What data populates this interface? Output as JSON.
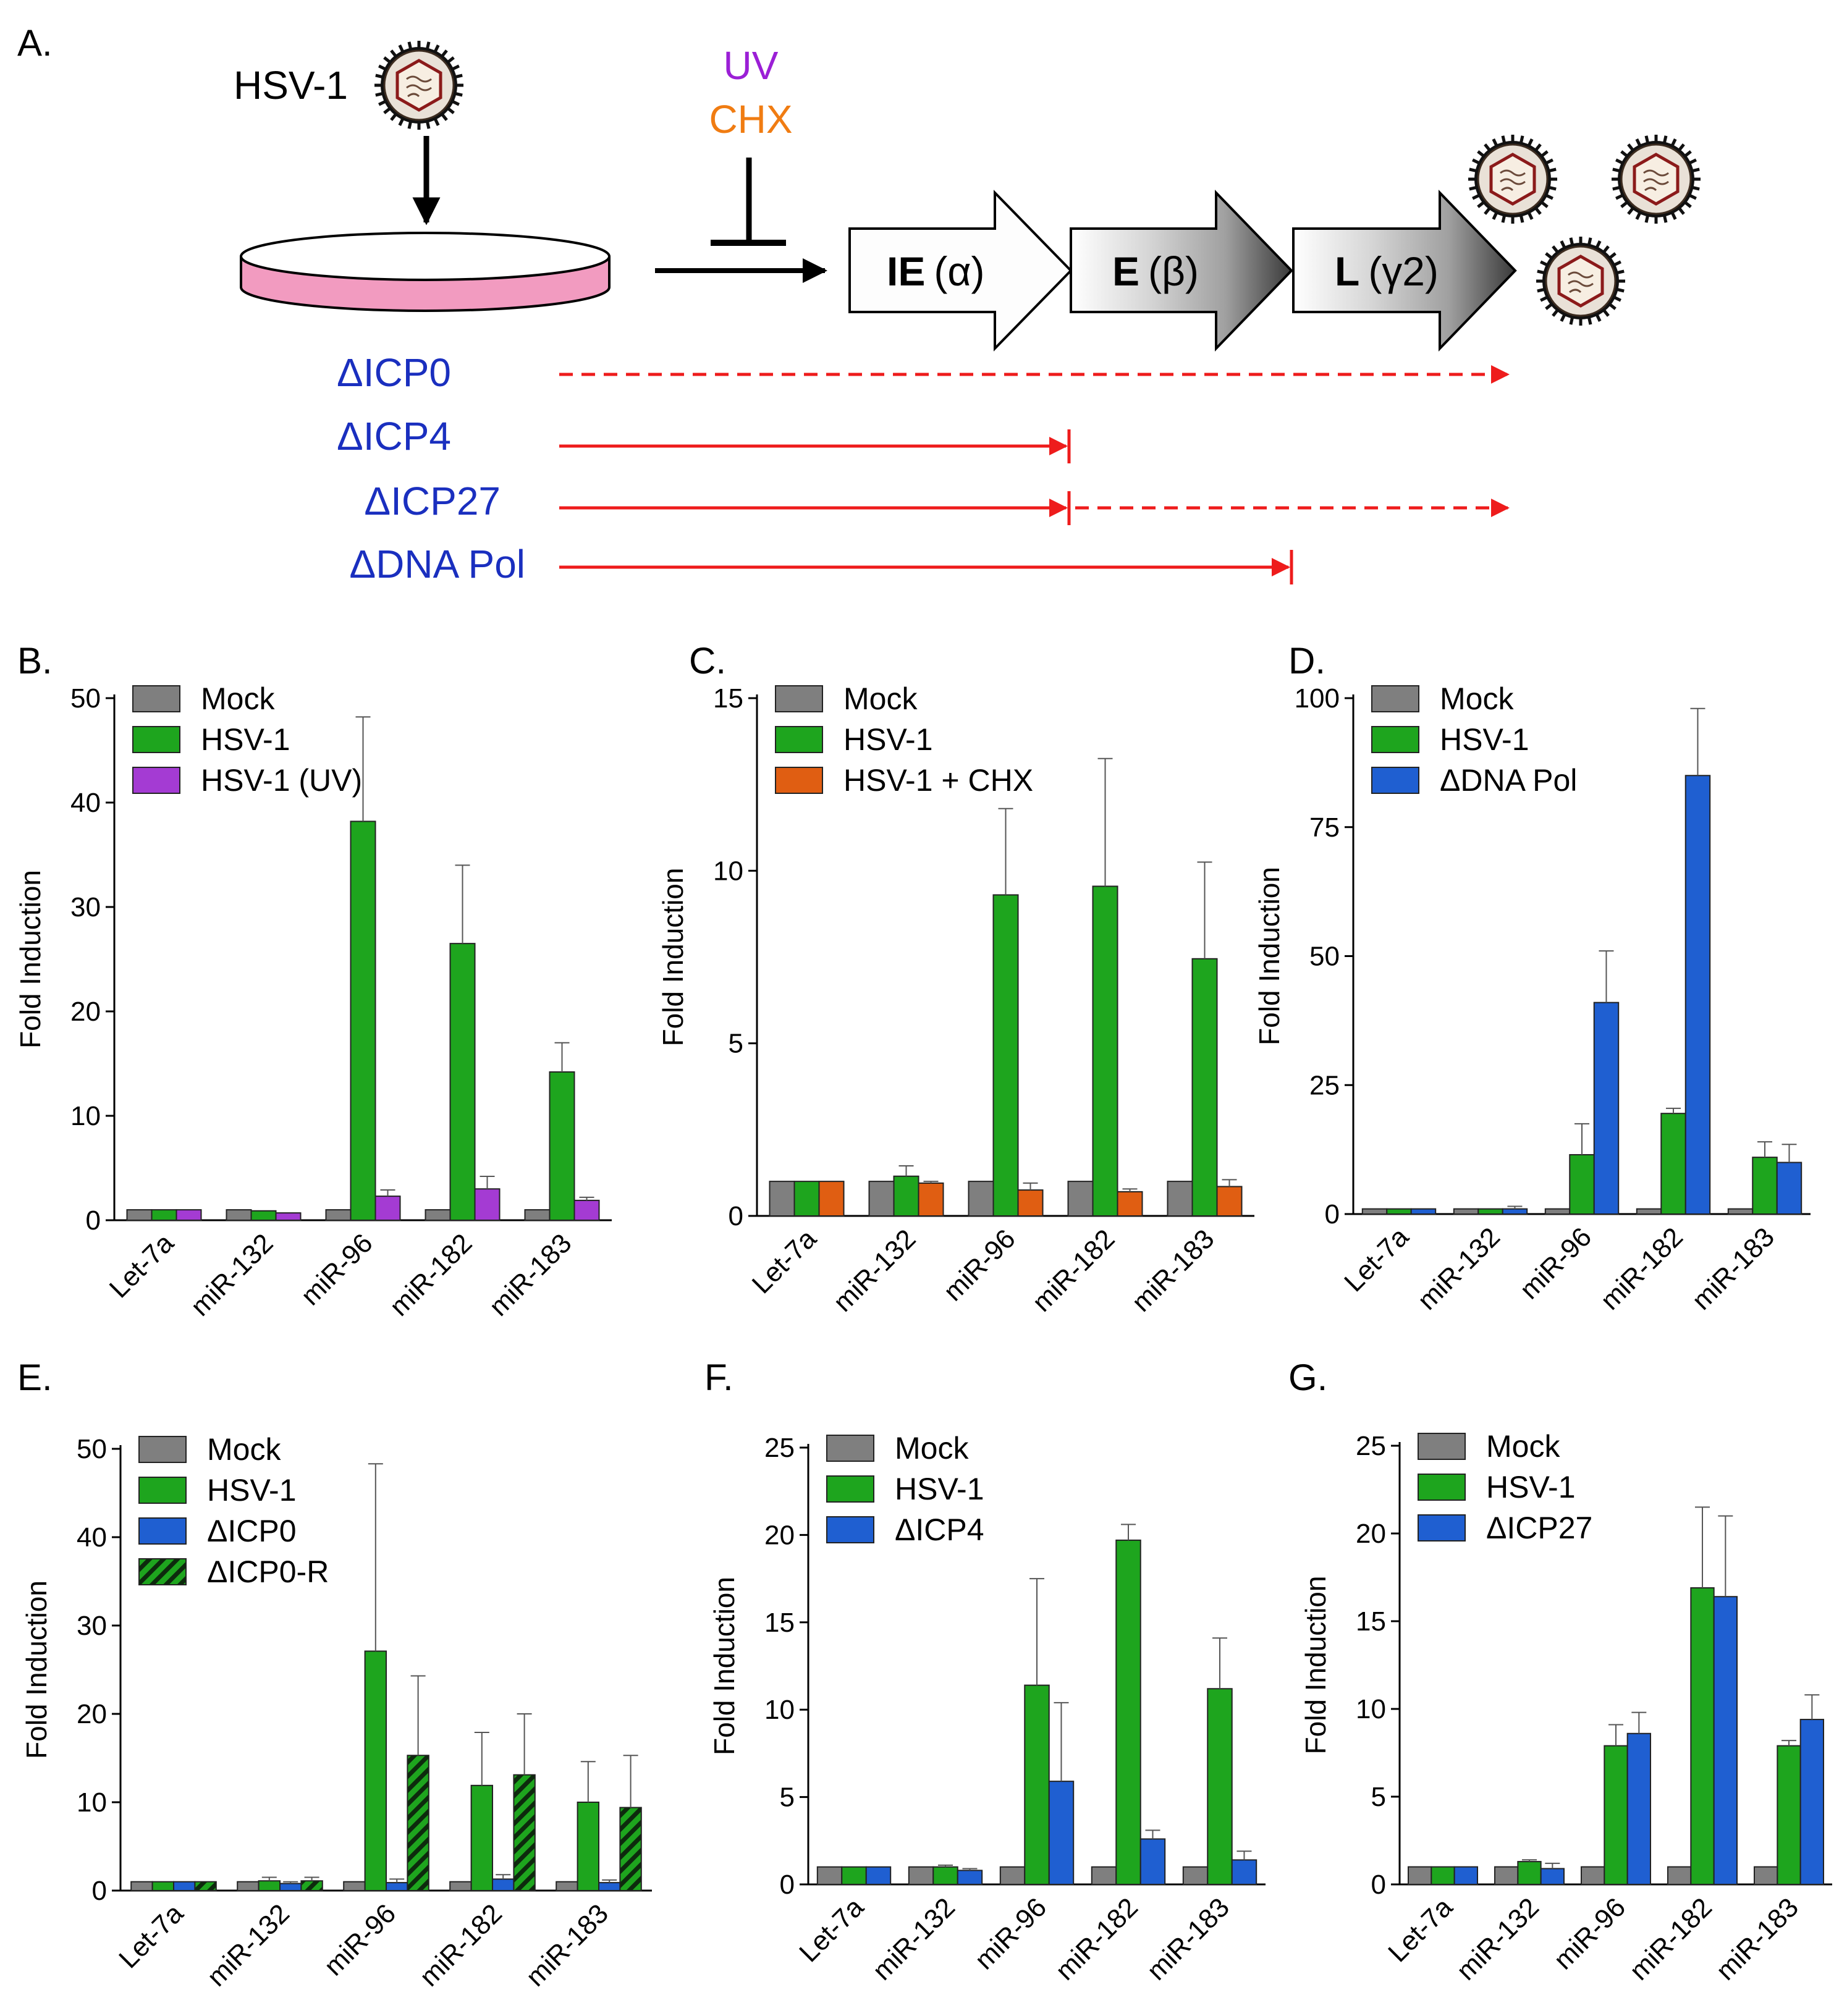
{
  "panel_a": {
    "letter": "A.",
    "virus_label": "HSV-1",
    "inhibitor_uv": "UV",
    "inhibitor_chx": "CHX",
    "genes": [
      {
        "bold": "IE",
        "greek": "(α)"
      },
      {
        "bold": "E",
        "greek": "(β)"
      },
      {
        "bold": "L",
        "greek": "(γ2)"
      }
    ],
    "mutants": [
      {
        "label": "ΔICP0",
        "block": "none",
        "dashed": true
      },
      {
        "label": "ΔICP4",
        "block": "E",
        "dashed": false
      },
      {
        "label": "ΔICP27",
        "block": "E",
        "dashed": true
      },
      {
        "label": "ΔDNA Pol",
        "block": "L",
        "dashed": false
      }
    ],
    "colors": {
      "uv": "#9b1fd6",
      "chx": "#f07c12",
      "mutant_text": "#1a2fbf",
      "mutant_arrow": "#ee1c1c",
      "dish": "#f29bc0"
    }
  },
  "chart_data": [
    {
      "panel": "B.",
      "type": "bar",
      "ylabel": "Fold Induction",
      "ylim": [
        0,
        50
      ],
      "yticks": [
        0,
        10,
        20,
        30,
        40,
        50
      ],
      "categories": [
        "Let-7a",
        "miR-132",
        "miR-96",
        "miR-182",
        "miR-183"
      ],
      "series": [
        {
          "name": "Mock",
          "color": "#7f7f7f",
          "values": [
            1,
            1,
            1,
            1,
            1
          ],
          "errors": [
            0,
            0,
            0,
            0,
            0
          ]
        },
        {
          "name": "HSV-1",
          "color": "#1ea51e",
          "values": [
            1,
            0.9,
            38.2,
            26.5,
            14.2
          ],
          "errors": [
            0,
            0,
            10,
            7.5,
            2.8
          ]
        },
        {
          "name": "HSV-1 (UV)",
          "color": "#a43bd3",
          "values": [
            1,
            0.7,
            2.3,
            3,
            1.9
          ],
          "errors": [
            0,
            0,
            0.6,
            1.2,
            0.3
          ]
        }
      ]
    },
    {
      "panel": "C.",
      "type": "bar",
      "ylabel": "Fold Induction",
      "ylim": [
        0,
        15
      ],
      "yticks": [
        0,
        5,
        10,
        15
      ],
      "categories": [
        "Let-7a",
        "miR-132",
        "miR-96",
        "miR-182",
        "miR-183"
      ],
      "series": [
        {
          "name": "Mock",
          "color": "#7f7f7f",
          "values": [
            1,
            1,
            1,
            1,
            1
          ],
          "errors": [
            0,
            0,
            0,
            0,
            0
          ]
        },
        {
          "name": "HSV-1",
          "color": "#1ea51e",
          "values": [
            1,
            1.15,
            9.3,
            9.55,
            7.45
          ],
          "errors": [
            0,
            0.3,
            2.5,
            3.7,
            2.8
          ]
        },
        {
          "name": "HSV-1 + CHX",
          "color": "#e05e12",
          "values": [
            1,
            0.95,
            0.75,
            0.7,
            0.85
          ],
          "errors": [
            0,
            0.05,
            0.2,
            0.08,
            0.2
          ]
        }
      ]
    },
    {
      "panel": "D.",
      "type": "bar",
      "ylabel": "Fold Induction",
      "ylim": [
        0,
        100
      ],
      "yticks": [
        0,
        25,
        50,
        75,
        100
      ],
      "categories": [
        "Let-7a",
        "miR-132",
        "miR-96",
        "miR-182",
        "miR-183"
      ],
      "series": [
        {
          "name": "Mock",
          "color": "#7f7f7f",
          "values": [
            1,
            1,
            1,
            1,
            1
          ],
          "errors": [
            0,
            0,
            0,
            0,
            0
          ]
        },
        {
          "name": "HSV-1",
          "color": "#1ea51e",
          "values": [
            1,
            1,
            11.5,
            19.5,
            11
          ],
          "errors": [
            0,
            0,
            6,
            1,
            3
          ]
        },
        {
          "name": "ΔDNA Pol",
          "color": "#1f5fd1",
          "values": [
            1,
            1,
            41,
            85,
            10
          ],
          "errors": [
            0,
            0.5,
            10,
            13,
            3.5
          ]
        }
      ]
    },
    {
      "panel": "E.",
      "type": "bar",
      "ylabel": "Fold Induction",
      "ylim": [
        0,
        50
      ],
      "yticks": [
        0,
        10,
        20,
        30,
        40,
        50
      ],
      "categories": [
        "Let-7a",
        "miR-132",
        "miR-96",
        "miR-182",
        "miR-183"
      ],
      "series": [
        {
          "name": "Mock",
          "color": "#7f7f7f",
          "values": [
            1,
            1,
            1,
            1,
            1
          ],
          "errors": [
            0,
            0,
            0,
            0,
            0
          ]
        },
        {
          "name": "HSV-1",
          "color": "#1ea51e",
          "values": [
            1,
            1.1,
            27.1,
            11.9,
            10
          ],
          "errors": [
            0,
            0.4,
            21.2,
            6,
            4.6
          ]
        },
        {
          "name": "ΔICP0",
          "color": "#1f5fd1",
          "values": [
            1,
            0.8,
            0.9,
            1.3,
            0.9
          ],
          "errors": [
            0,
            0.2,
            0.4,
            0.5,
            0.3
          ]
        },
        {
          "name": "ΔICP0-R",
          "color": "#1ea51e",
          "hatched": true,
          "values": [
            1,
            1.1,
            15.3,
            13.1,
            9.4
          ],
          "errors": [
            0,
            0.4,
            9,
            6.9,
            5.9
          ]
        }
      ]
    },
    {
      "panel": "F.",
      "type": "bar",
      "ylabel": "Fold Induction",
      "ylim": [
        0,
        25
      ],
      "yticks": [
        0,
        5,
        10,
        15,
        20,
        25
      ],
      "categories": [
        "Let-7a",
        "miR-132",
        "miR-96",
        "miR-182",
        "miR-183"
      ],
      "series": [
        {
          "name": "Mock",
          "color": "#7f7f7f",
          "values": [
            1,
            1,
            1,
            1,
            1
          ],
          "errors": [
            0,
            0,
            0,
            0,
            0
          ]
        },
        {
          "name": "HSV-1",
          "color": "#1ea51e",
          "values": [
            1,
            1,
            11.4,
            19.7,
            11.2
          ],
          "errors": [
            0,
            0.1,
            6.1,
            0.9,
            2.9
          ]
        },
        {
          "name": "ΔICP4",
          "color": "#1f5fd1",
          "values": [
            1,
            0.8,
            5.9,
            2.6,
            1.4
          ],
          "errors": [
            0,
            0.1,
            4.5,
            0.5,
            0.5
          ]
        }
      ]
    },
    {
      "panel": "G.",
      "type": "bar",
      "ylabel": "Fold Induction",
      "ylim": [
        0,
        25
      ],
      "yticks": [
        0,
        5,
        10,
        15,
        20,
        25
      ],
      "categories": [
        "Let-7a",
        "miR-132",
        "miR-96",
        "miR-182",
        "miR-183"
      ],
      "series": [
        {
          "name": "Mock",
          "color": "#7f7f7f",
          "values": [
            1,
            1,
            1,
            1,
            1
          ],
          "errors": [
            0,
            0,
            0,
            0,
            0
          ]
        },
        {
          "name": "HSV-1",
          "color": "#1ea51e",
          "values": [
            1,
            1.3,
            7.9,
            16.9,
            7.9
          ],
          "errors": [
            0,
            0.1,
            1.2,
            4.6,
            0.3
          ]
        },
        {
          "name": "ΔICP27",
          "color": "#1f5fd1",
          "values": [
            1,
            0.9,
            8.6,
            16.4,
            9.4
          ],
          "errors": [
            0,
            0.3,
            1.2,
            4.6,
            1.4
          ]
        }
      ]
    }
  ]
}
